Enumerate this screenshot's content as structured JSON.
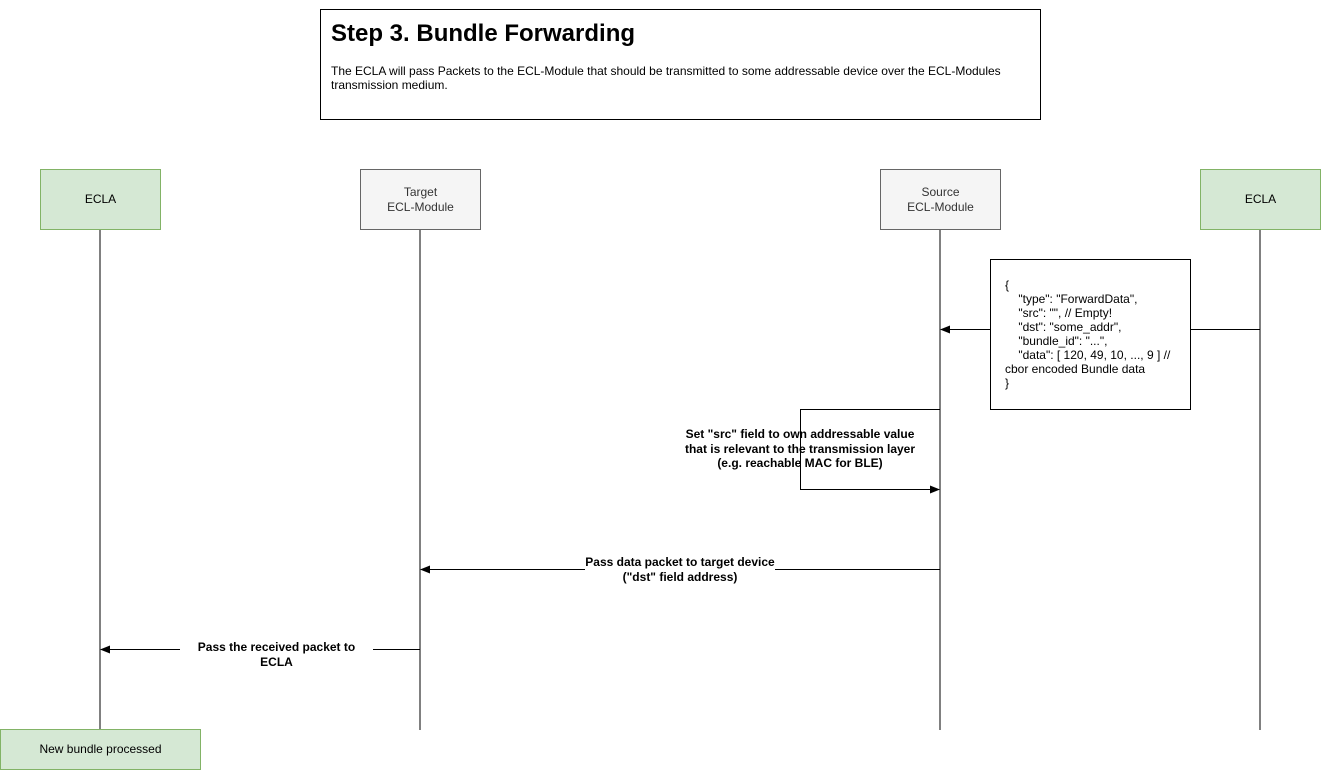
{
  "title": {
    "heading": "Step 3. Bundle Forwarding",
    "description": "The ECLA will pass Packets to the ECL-Module that should be transmitted to some addressable device over the ECL-Modules transmission medium."
  },
  "participants": {
    "ecla_left": "ECLA",
    "target_module": "Target\nECL-Module",
    "source_module": "Source\nECL-Module",
    "ecla_right": "ECLA"
  },
  "note": "{\n    \"type\": \"ForwardData\",\n    \"src\": \"\", // Empty!\n    \"dst\": \"some_addr\",\n    \"bundle_id\": \"...\",\n    \"data\": [ 120, 49, 10, ..., 9 ] //\ncbor encoded Bundle data\n}",
  "messages": {
    "set_src": "Set \"src\" field to own addressable value\nthat is relevant to the transmission layer\n(e.g. reachable MAC for BLE)",
    "pass_to_target": "Pass data packet to target device\n(\"dst\" field address)",
    "pass_to_ecla": "Pass the received packet to ECLA"
  },
  "end_state": "New bundle processed",
  "colors": {
    "green_fill": "#d5e8d4",
    "green_stroke": "#82b366",
    "gray_fill": "#f5f5f5",
    "gray_stroke": "#666666"
  }
}
